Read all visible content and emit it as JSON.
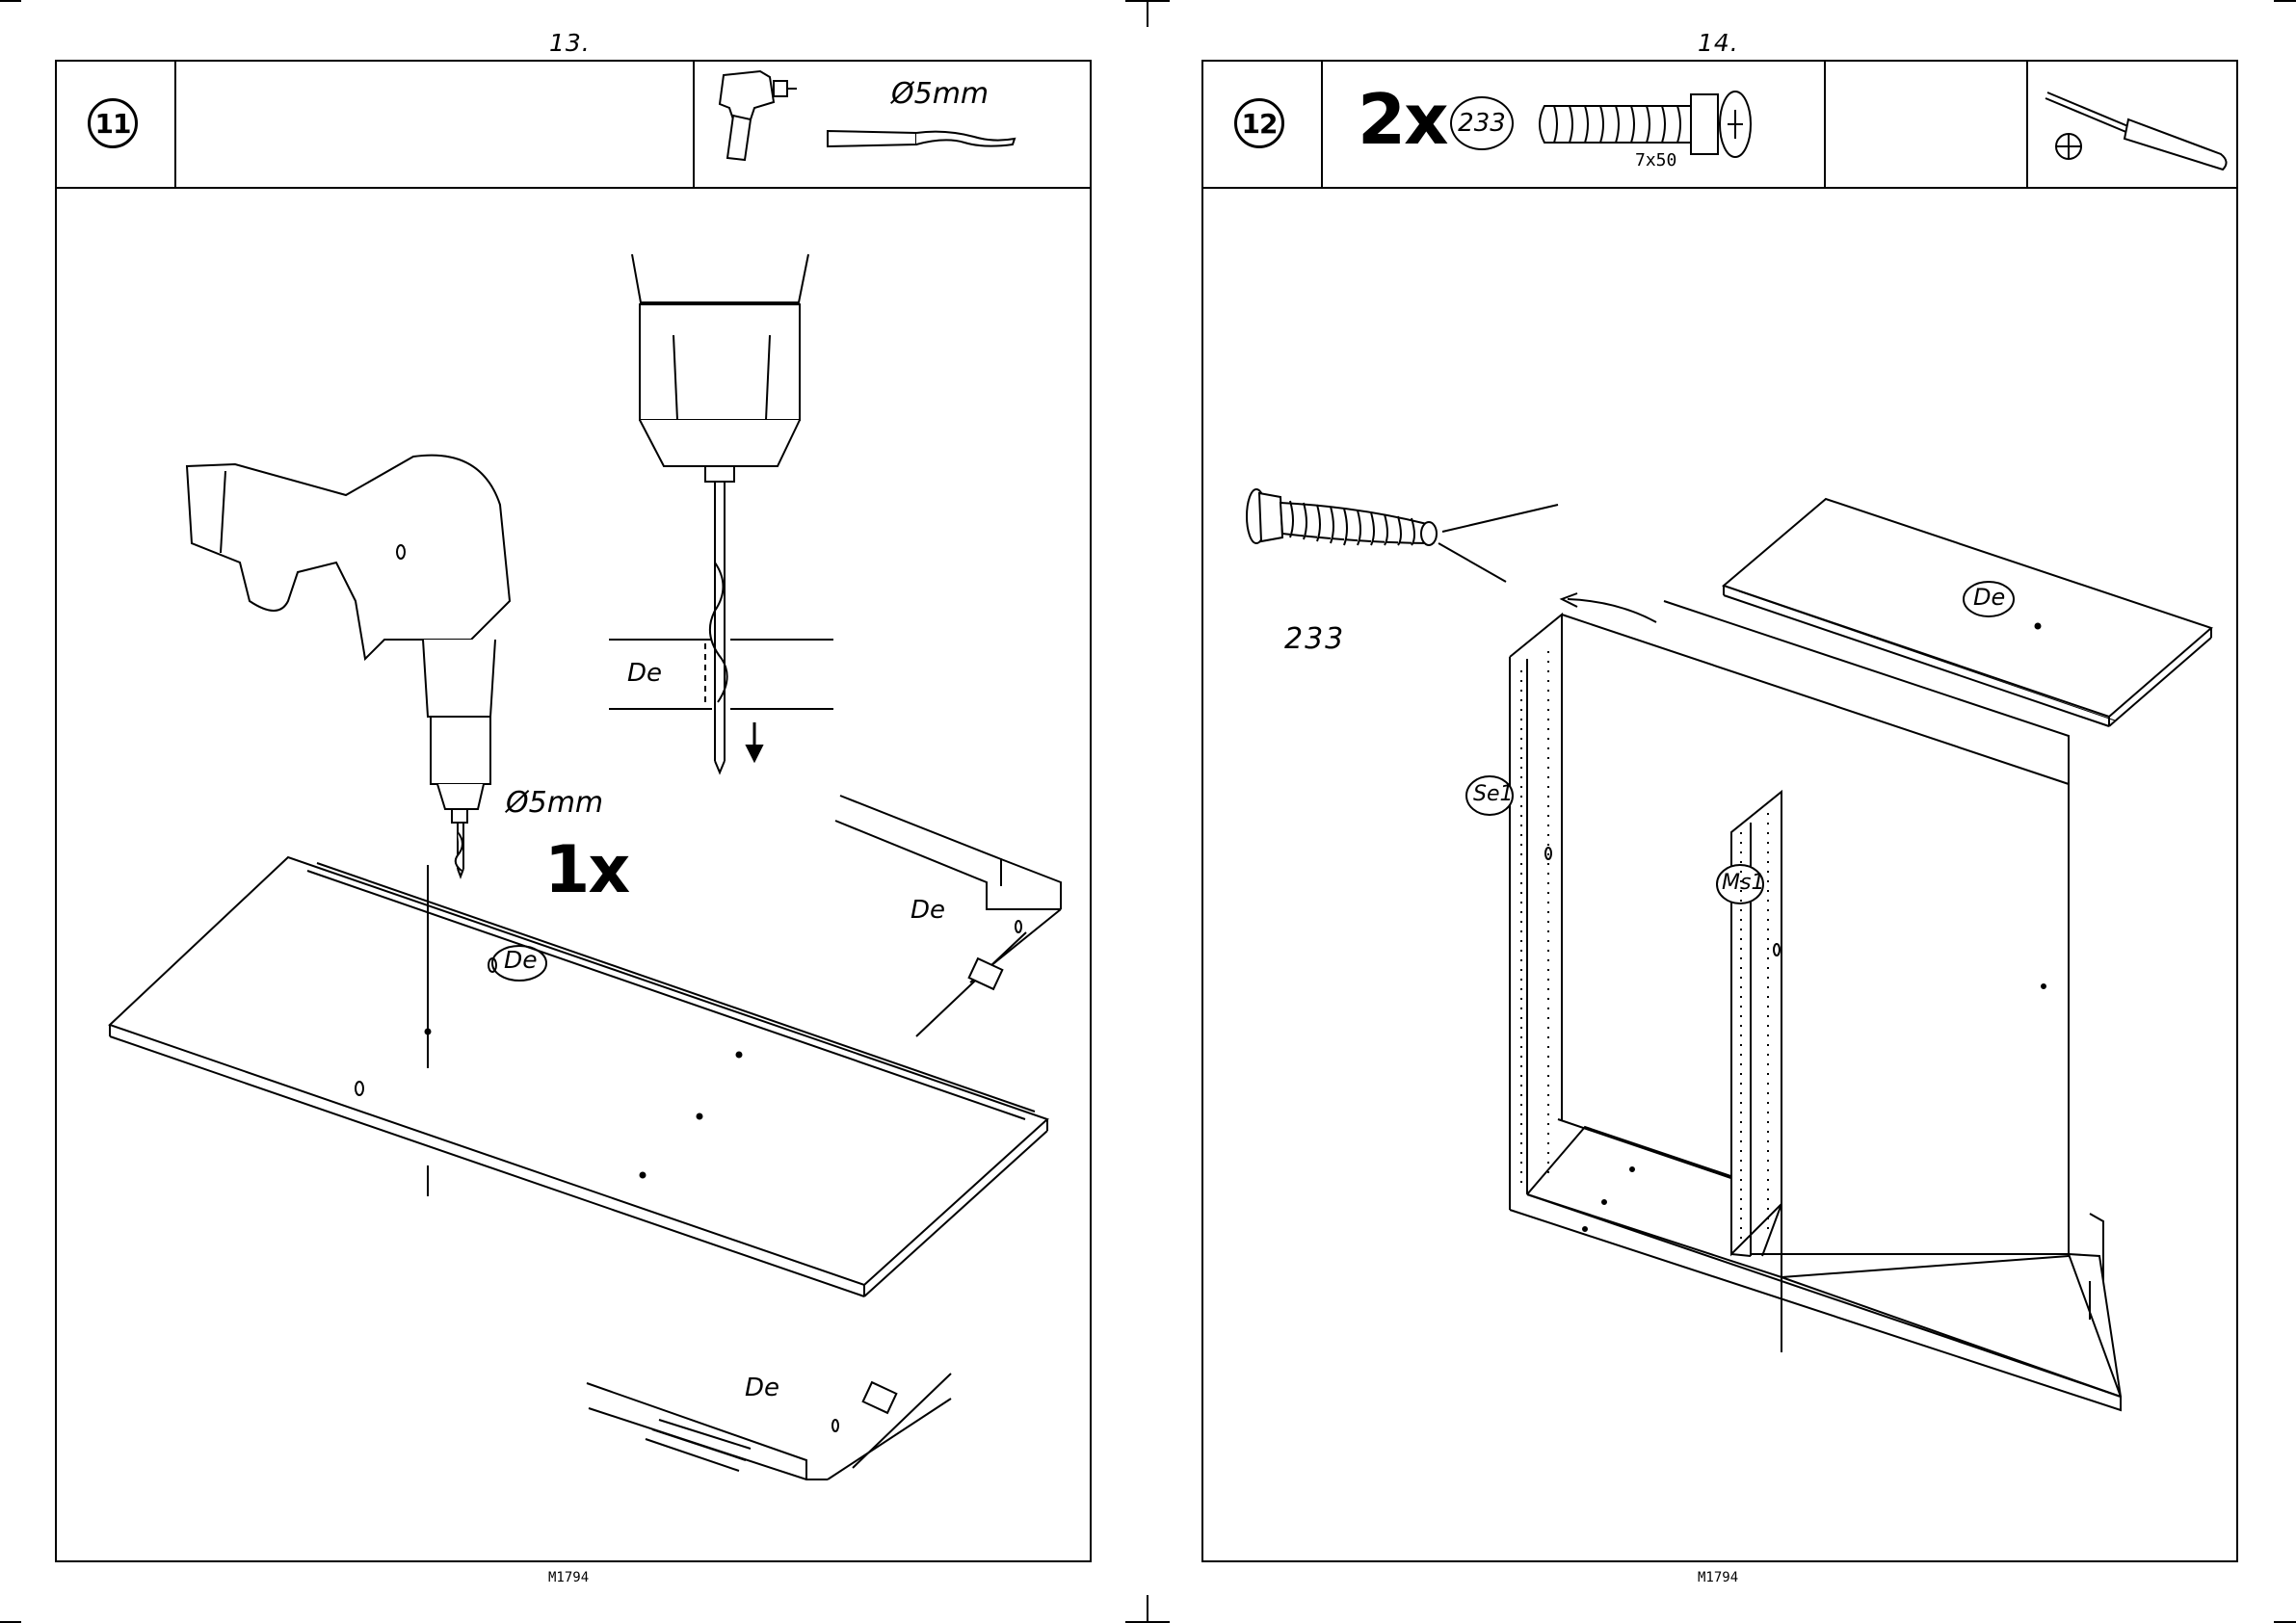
{
  "pages": [
    {
      "page_number": "13.",
      "step_number": "11",
      "tools": {
        "drill_bit_label": "Ø5mm"
      },
      "illustration": {
        "panel_label": "De",
        "bit_size_label": "Ø5mm",
        "quantity_label": "1x",
        "detail_label_section": "De",
        "detail_label_top": "De",
        "detail_label_bottom": "De"
      },
      "footer": "M1794"
    },
    {
      "page_number": "14.",
      "step_number": "12",
      "parts": {
        "quantity": "2x",
        "part_number": "233",
        "size": "7x50"
      },
      "illustration": {
        "screw_label": "233",
        "top_panel_label": "De",
        "side_panel_label": "Se1",
        "middle_panel_label": "Ms1"
      },
      "footer": "M1794"
    }
  ]
}
